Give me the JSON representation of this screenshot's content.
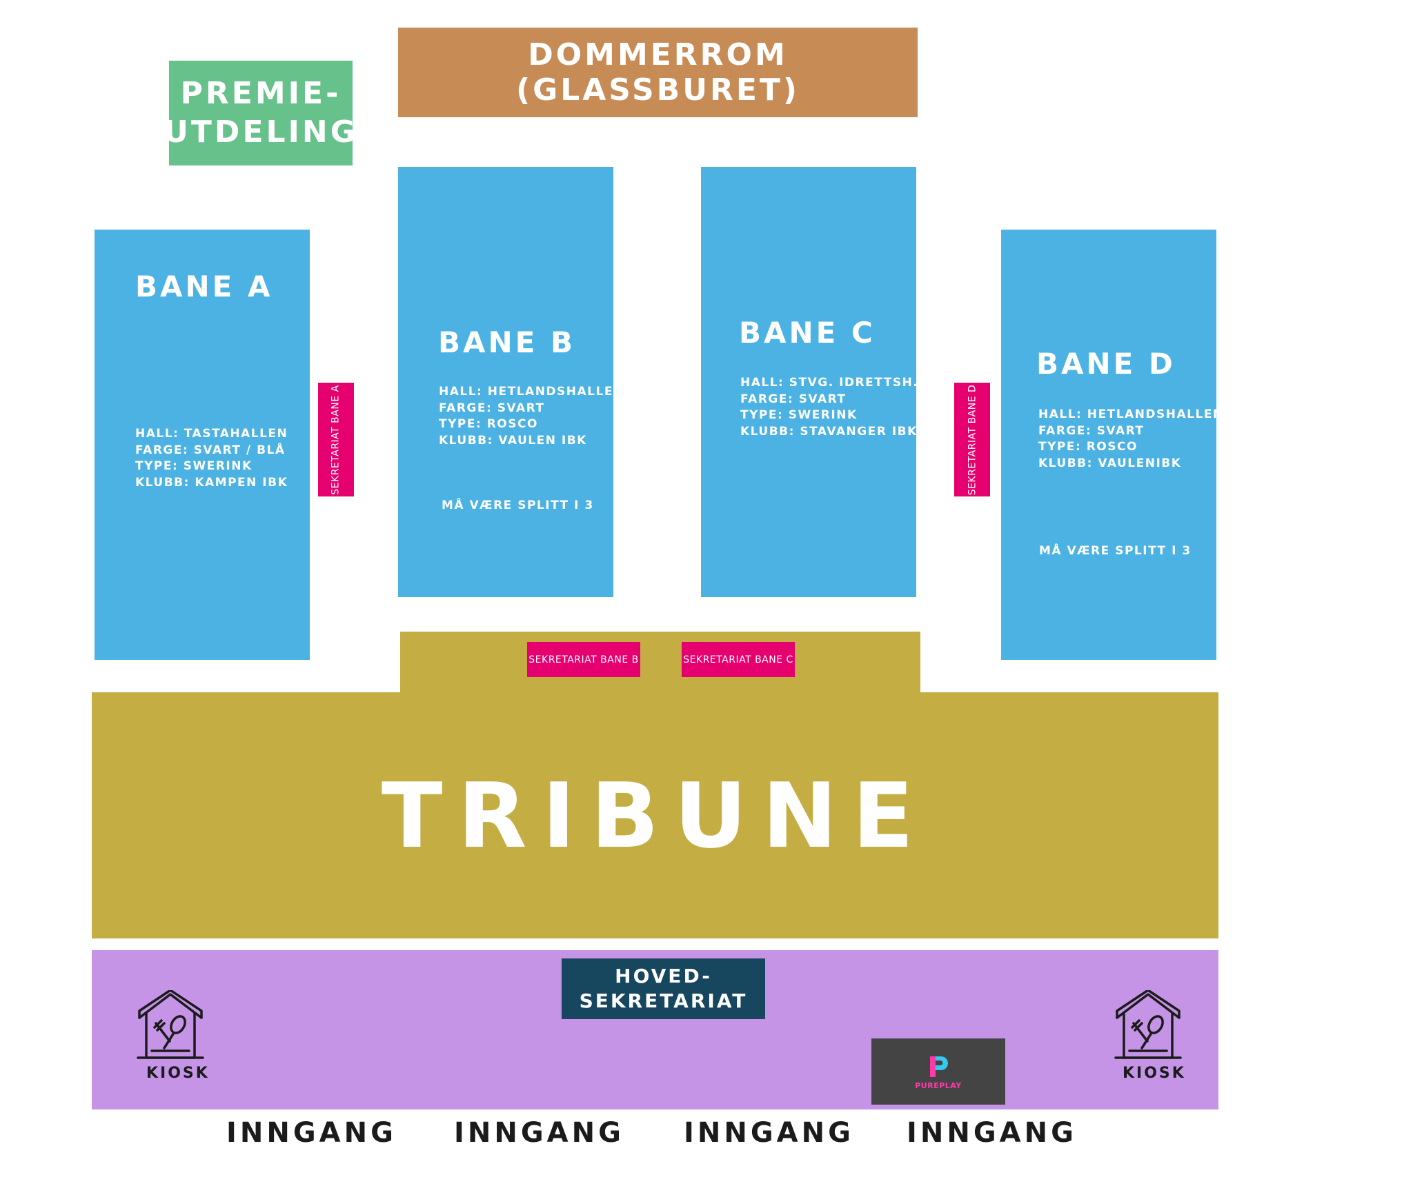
{
  "rooms": {
    "premie": "PREMIE-\nUTDELING",
    "dommerrom": "DOMMERROM (GLASSBURET)"
  },
  "courts": [
    {
      "title": "BANE A",
      "hall": "HALL: TASTAHALLEN",
      "farge": "FARGE: SVART / BLÅ",
      "type": "TYPE: SWERINK",
      "klubb": "KLUBB: KAMPEN IBK",
      "note": ""
    },
    {
      "title": "BANE B",
      "hall": "HALL: HETLANDSHALLEN",
      "farge": "FARGE: SVART",
      "type": "TYPE: ROSCO",
      "klubb": "KLUBB: VAULEN IBK",
      "note": "MÅ VÆRE SPLITT I 3"
    },
    {
      "title": "BANE C",
      "hall": "HALL: STVG. IDRETTSH.",
      "farge": "FARGE: SVART",
      "type": "TYPE: SWERINK",
      "klubb": "KLUBB: STAVANGER IBK",
      "note": ""
    },
    {
      "title": "BANE D",
      "hall": "HALL: HETLANDSHALLEN",
      "farge": "FARGE: SVART",
      "type": "TYPE: ROSCO",
      "klubb": "KLUBB: VAULENIBK",
      "note": "MÅ VÆRE SPLITT I 3"
    }
  ],
  "secretariats": {
    "a": "SEKRETARIAT BANE A",
    "b": "SEKRETARIAT BANE B",
    "c": "SEKRETARIAT BANE C",
    "d": "SEKRETARIAT BANE D"
  },
  "tribune": "TRIBUNE",
  "hovedsekretariat": "HOVED-\nSEKRETARIAT",
  "kiosk": {
    "left": "KIOSK",
    "right": "KIOSK",
    "icon": "kiosk-house-icon"
  },
  "sponsor": {
    "name": "PUREPLAY",
    "logo_letter": "P"
  },
  "entrances": [
    "INNGANG",
    "INNGANG",
    "INNGANG",
    "INNGANG"
  ],
  "colors": {
    "premie": "#67c18b",
    "dommerrom": "#c78b56",
    "court": "#4bb2e3",
    "secretariat": "#e6006f",
    "tribune": "#c4ad43",
    "entrance_area": "#c594e6",
    "hovedsekretariat": "#17475f",
    "sponsor_bg": "#444444"
  }
}
